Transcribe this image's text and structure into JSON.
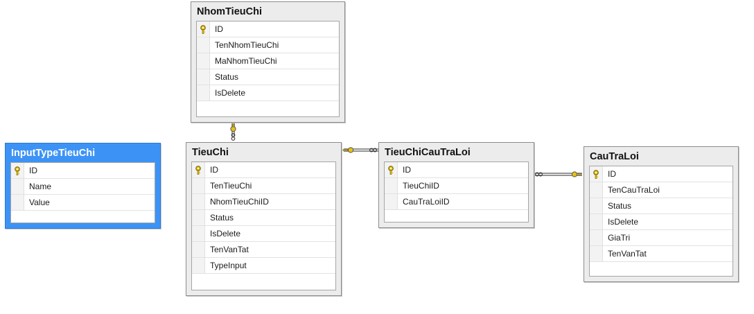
{
  "tables": {
    "nhom_tieu_chi": {
      "title": "NhomTieuChi",
      "columns": [
        "ID",
        "TenNhomTieuChi",
        "MaNhomTieuChi",
        "Status",
        "IsDelete"
      ]
    },
    "input_type_tieu_chi": {
      "title": "InputTypeTieuChi",
      "columns": [
        "ID",
        "Name",
        "Value"
      ]
    },
    "tieu_chi": {
      "title": "TieuChi",
      "columns": [
        "ID",
        "TenTieuChi",
        "NhomTieuChiID",
        "Status",
        "IsDelete",
        "TenVanTat",
        "TypeInput"
      ]
    },
    "tieu_chi_cau_tra_loi": {
      "title": "TieuChiCauTraLoi",
      "columns": [
        "ID",
        "TieuChiID",
        "CauTraLoiID"
      ]
    },
    "cau_tra_loi": {
      "title": "CauTraLoi",
      "columns": [
        "ID",
        "TenCauTraLoi",
        "Status",
        "IsDelete",
        "GiaTri",
        "TenVanTat"
      ]
    }
  },
  "primary_key_column": "ID",
  "icons": {
    "primary_key": "key-icon",
    "relation_end": "infinity-icon"
  },
  "colors": {
    "selected_table": "#3d93f5",
    "key": "#e8c20e"
  },
  "relationships": [
    {
      "from": "NhomTieuChi.ID",
      "to": "TieuChi.NhomTieuChiID"
    },
    {
      "from": "TieuChi.ID",
      "to": "TieuChiCauTraLoi.TieuChiID"
    },
    {
      "from": "CauTraLoi.ID",
      "to": "TieuChiCauTraLoi.CauTraLoiID"
    }
  ]
}
